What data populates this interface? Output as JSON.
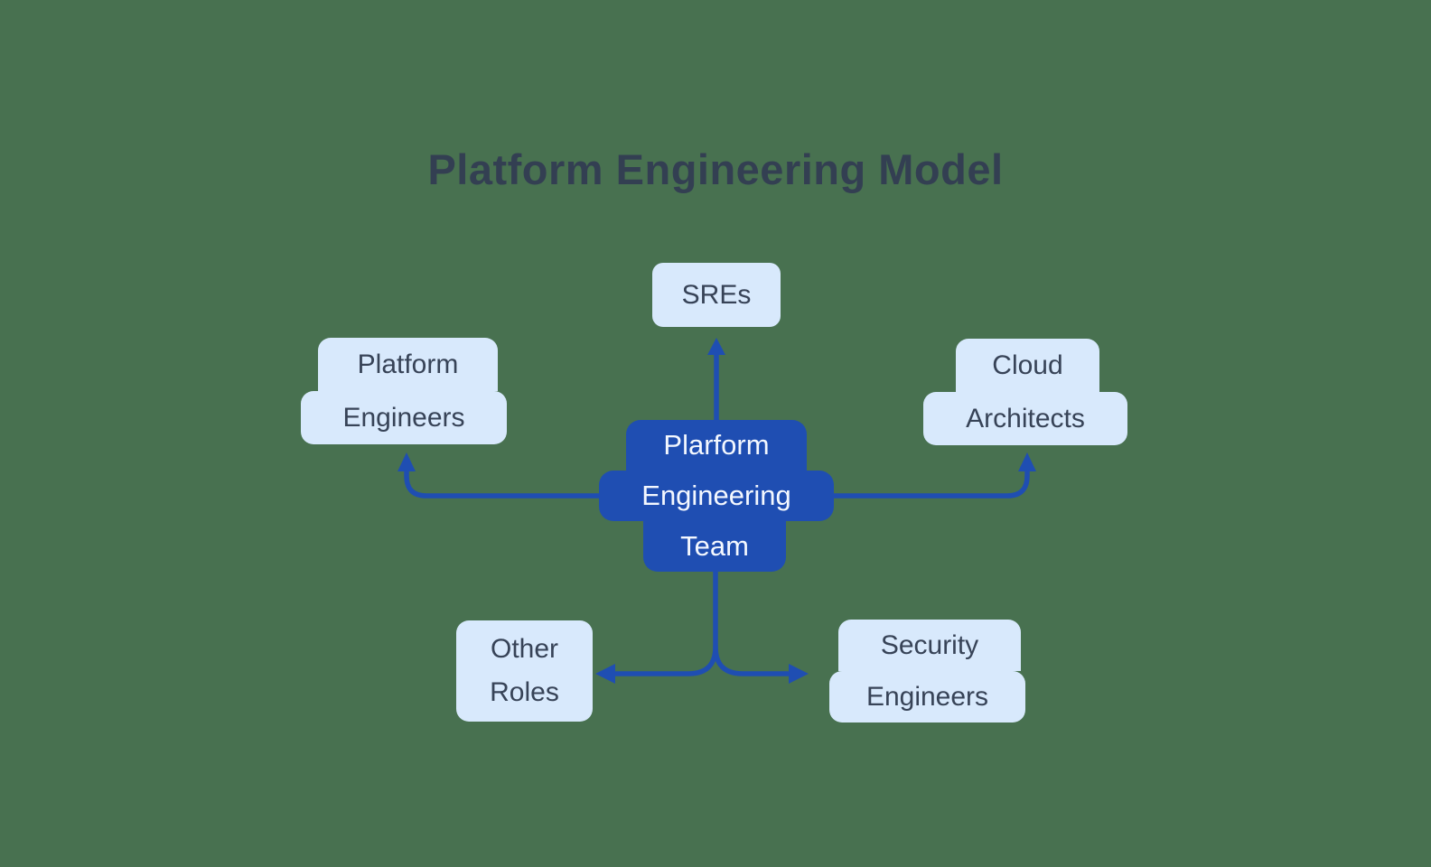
{
  "canvas": {
    "background_color": "#487150"
  },
  "title": {
    "text": "Platform Engineering Model",
    "color": "#333f52"
  },
  "colors": {
    "node_fill": "#d8e9fc",
    "node_text": "#374357",
    "center_fill": "#1f4eb2",
    "center_text": "#f4f8ff",
    "connector": "#1f4eb2"
  },
  "center_node": {
    "id": "platform-engineering-team",
    "lines": [
      "Plarform",
      "Engineering",
      "Team"
    ]
  },
  "nodes": {
    "sres": {
      "label": "SREs"
    },
    "platform_engineers": {
      "lines": [
        "Platform",
        "Engineers"
      ]
    },
    "cloud_architects": {
      "lines": [
        "Cloud",
        "Architects"
      ]
    },
    "other_roles": {
      "lines": [
        "Other",
        "Roles"
      ]
    },
    "security_engineers": {
      "lines": [
        "Security",
        "Engineers"
      ]
    }
  },
  "edges": [
    {
      "from": "platform-engineering-team",
      "to": "sres",
      "direction": "up"
    },
    {
      "from": "platform-engineering-team",
      "to": "platform-engineers",
      "direction": "left-then-up"
    },
    {
      "from": "platform-engineering-team",
      "to": "cloud-architects",
      "direction": "right-then-up"
    },
    {
      "from": "platform-engineering-team",
      "to": "other-roles",
      "direction": "down-then-left"
    },
    {
      "from": "platform-engineering-team",
      "to": "security-engineers",
      "direction": "down-then-right"
    }
  ]
}
